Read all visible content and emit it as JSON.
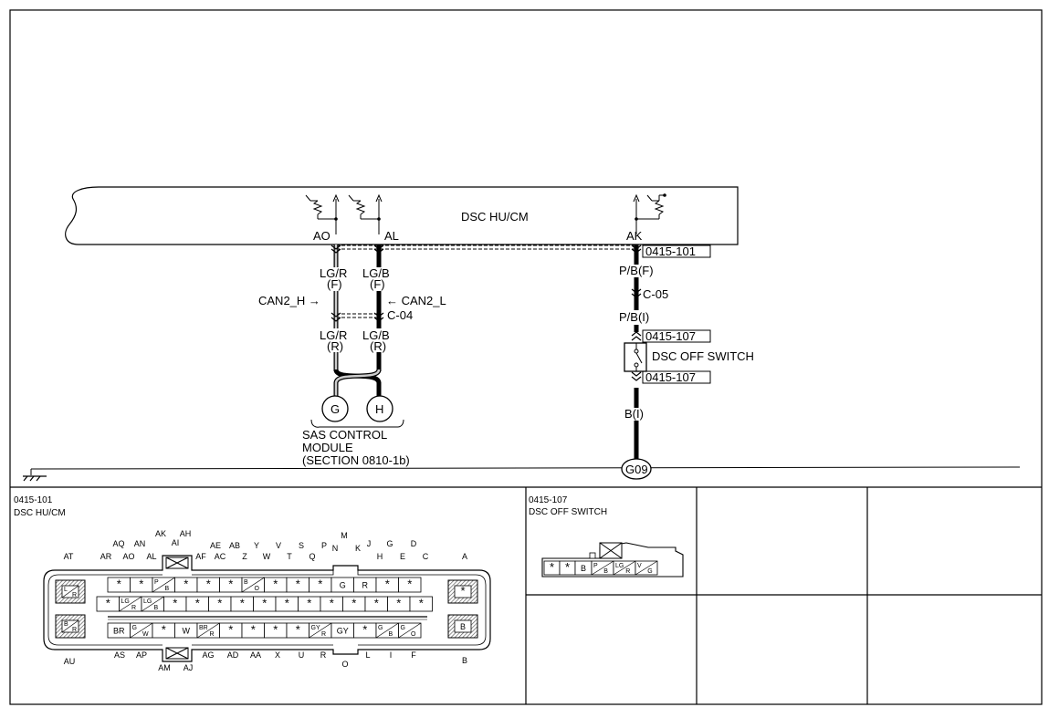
{
  "unit": {
    "name": "DSC HU/CM"
  },
  "terminals": {
    "ao": "AO",
    "al": "AL",
    "ak": "AK"
  },
  "connector_refs": {
    "top_right": "0415-101",
    "switch_top": "0415-107",
    "switch_bottom": "0415-107"
  },
  "wires": {
    "ao_upper": "LG/R",
    "ao_upper_side": "(F)",
    "al_upper": "LG/B",
    "al_upper_side": "(F)",
    "ao_lower": "LG/R",
    "ao_lower_side": "(R)",
    "al_lower": "LG/B",
    "al_lower_side": "(R)",
    "ak_upper": "P/B(F)",
    "ak_mid": "P/B(I)",
    "ak_ground": "B(I)"
  },
  "signals": {
    "left": "CAN2_H →",
    "right": "← CAN2_L"
  },
  "junctions": {
    "left": "C-04",
    "right": "C-05"
  },
  "pins": {
    "g": "G",
    "h": "H"
  },
  "module": {
    "line1": "SAS CONTROL",
    "line2": "MODULE",
    "line3": "(SECTION 0810-1b)"
  },
  "switch": {
    "name": "DSC OFF SWITCH"
  },
  "ground": {
    "id": "G09"
  },
  "connector_views": {
    "left": {
      "code": "0415-101",
      "name": "DSC HU/CM"
    },
    "right": {
      "code": "0415-107",
      "name": "DSC OFF SWITCH"
    }
  },
  "left_connector_labels": {
    "top": [
      [
        "AK",
        176,
        588
      ],
      [
        "AH",
        203,
        588
      ],
      [
        "AQ",
        130,
        599
      ],
      [
        "AN",
        153,
        599
      ],
      [
        "AI",
        192,
        598
      ],
      [
        "M",
        377,
        590
      ],
      [
        "AT",
        75,
        613
      ],
      [
        "AR",
        116,
        613
      ],
      [
        "AO",
        141,
        613
      ],
      [
        "AL",
        166,
        613
      ],
      [
        "AF",
        220,
        613
      ],
      [
        "AC",
        241,
        613
      ],
      [
        "Z",
        268,
        613
      ],
      [
        "W",
        292,
        613
      ],
      [
        "T",
        317,
        613
      ],
      [
        "Q",
        342,
        613
      ],
      [
        "AE",
        236,
        601
      ],
      [
        "AB",
        257,
        601
      ],
      [
        "Y",
        281,
        601
      ],
      [
        "V",
        305,
        601
      ],
      [
        "S",
        330,
        601
      ],
      [
        "P",
        355,
        601
      ],
      [
        "N",
        367,
        604
      ],
      [
        "K",
        392,
        604
      ],
      [
        "J",
        404,
        599
      ],
      [
        "G",
        427,
        599
      ],
      [
        "D",
        453,
        599
      ],
      [
        "H",
        416,
        613
      ],
      [
        "E",
        441,
        613
      ],
      [
        "C",
        466,
        613
      ],
      [
        "A",
        509,
        613
      ]
    ],
    "bottom": [
      [
        "AU",
        76,
        728
      ],
      [
        "AS",
        131,
        721
      ],
      [
        "AP",
        155,
        721
      ],
      [
        "AG",
        228,
        721
      ],
      [
        "AD",
        255,
        721
      ],
      [
        "AA",
        280,
        721
      ],
      [
        "X",
        304,
        721
      ],
      [
        "U",
        330,
        721
      ],
      [
        "R",
        354,
        721
      ],
      [
        "L",
        403,
        721
      ],
      [
        "I",
        428,
        721
      ],
      [
        "F",
        453,
        721
      ],
      [
        "B",
        509,
        727
      ],
      [
        "AM",
        180,
        735
      ],
      [
        "AJ",
        206,
        735
      ],
      [
        "O",
        378,
        731
      ]
    ]
  },
  "left_connector_cells": {
    "row1": [
      "*",
      "*",
      "P/B",
      "*",
      "*",
      "*",
      "B/O",
      "*",
      "*",
      "*",
      "G",
      "R",
      "*",
      "*"
    ],
    "row2": [
      "*",
      "LG/R",
      "LG/B",
      "*",
      "*",
      "*",
      "*",
      "*",
      "*",
      "*",
      "*",
      "*",
      "*",
      "*",
      "*"
    ],
    "row3": [
      "BR",
      "G/W",
      "*",
      "W",
      "BR/R",
      "*",
      "*",
      "*",
      "*",
      "GY/R",
      "GY",
      "*",
      "G/B",
      "G/O"
    ],
    "side_left_top": "L/R",
    "side_left_bottom": "B/R",
    "side_right_top": "*",
    "side_right_bottom": "B"
  },
  "right_connector_cells": [
    "*",
    "*",
    "B",
    "P/B",
    "LG/R",
    "V/G"
  ]
}
